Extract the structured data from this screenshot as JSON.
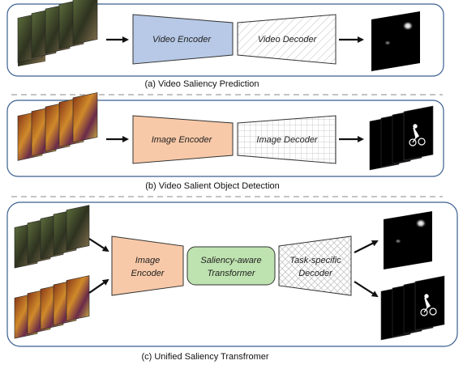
{
  "panels": {
    "a": {
      "caption": "(a) Video Saliency Prediction",
      "encoder": "Video Encoder",
      "decoder": "Video Decoder"
    },
    "b": {
      "caption": "(b) Video Salient Object Detection",
      "encoder": "Image Encoder",
      "decoder": "Image Decoder"
    },
    "c": {
      "caption": "(c) Unified Saliency Transfromer",
      "encoder_line1": "Image",
      "encoder_line2": "Encoder",
      "transformer_line1": "Saliency-aware",
      "transformer_line2": "Transformer",
      "decoder_line1": "Task-specific",
      "decoder_line2": "Decoder"
    }
  },
  "colors": {
    "panel_border": "#3a5f8f",
    "video_encoder": "#b7c9e6",
    "image_encoder": "#f8c9a8",
    "transformer": "#bfe3b0",
    "decoder_hatch": "#c8c8c8"
  }
}
